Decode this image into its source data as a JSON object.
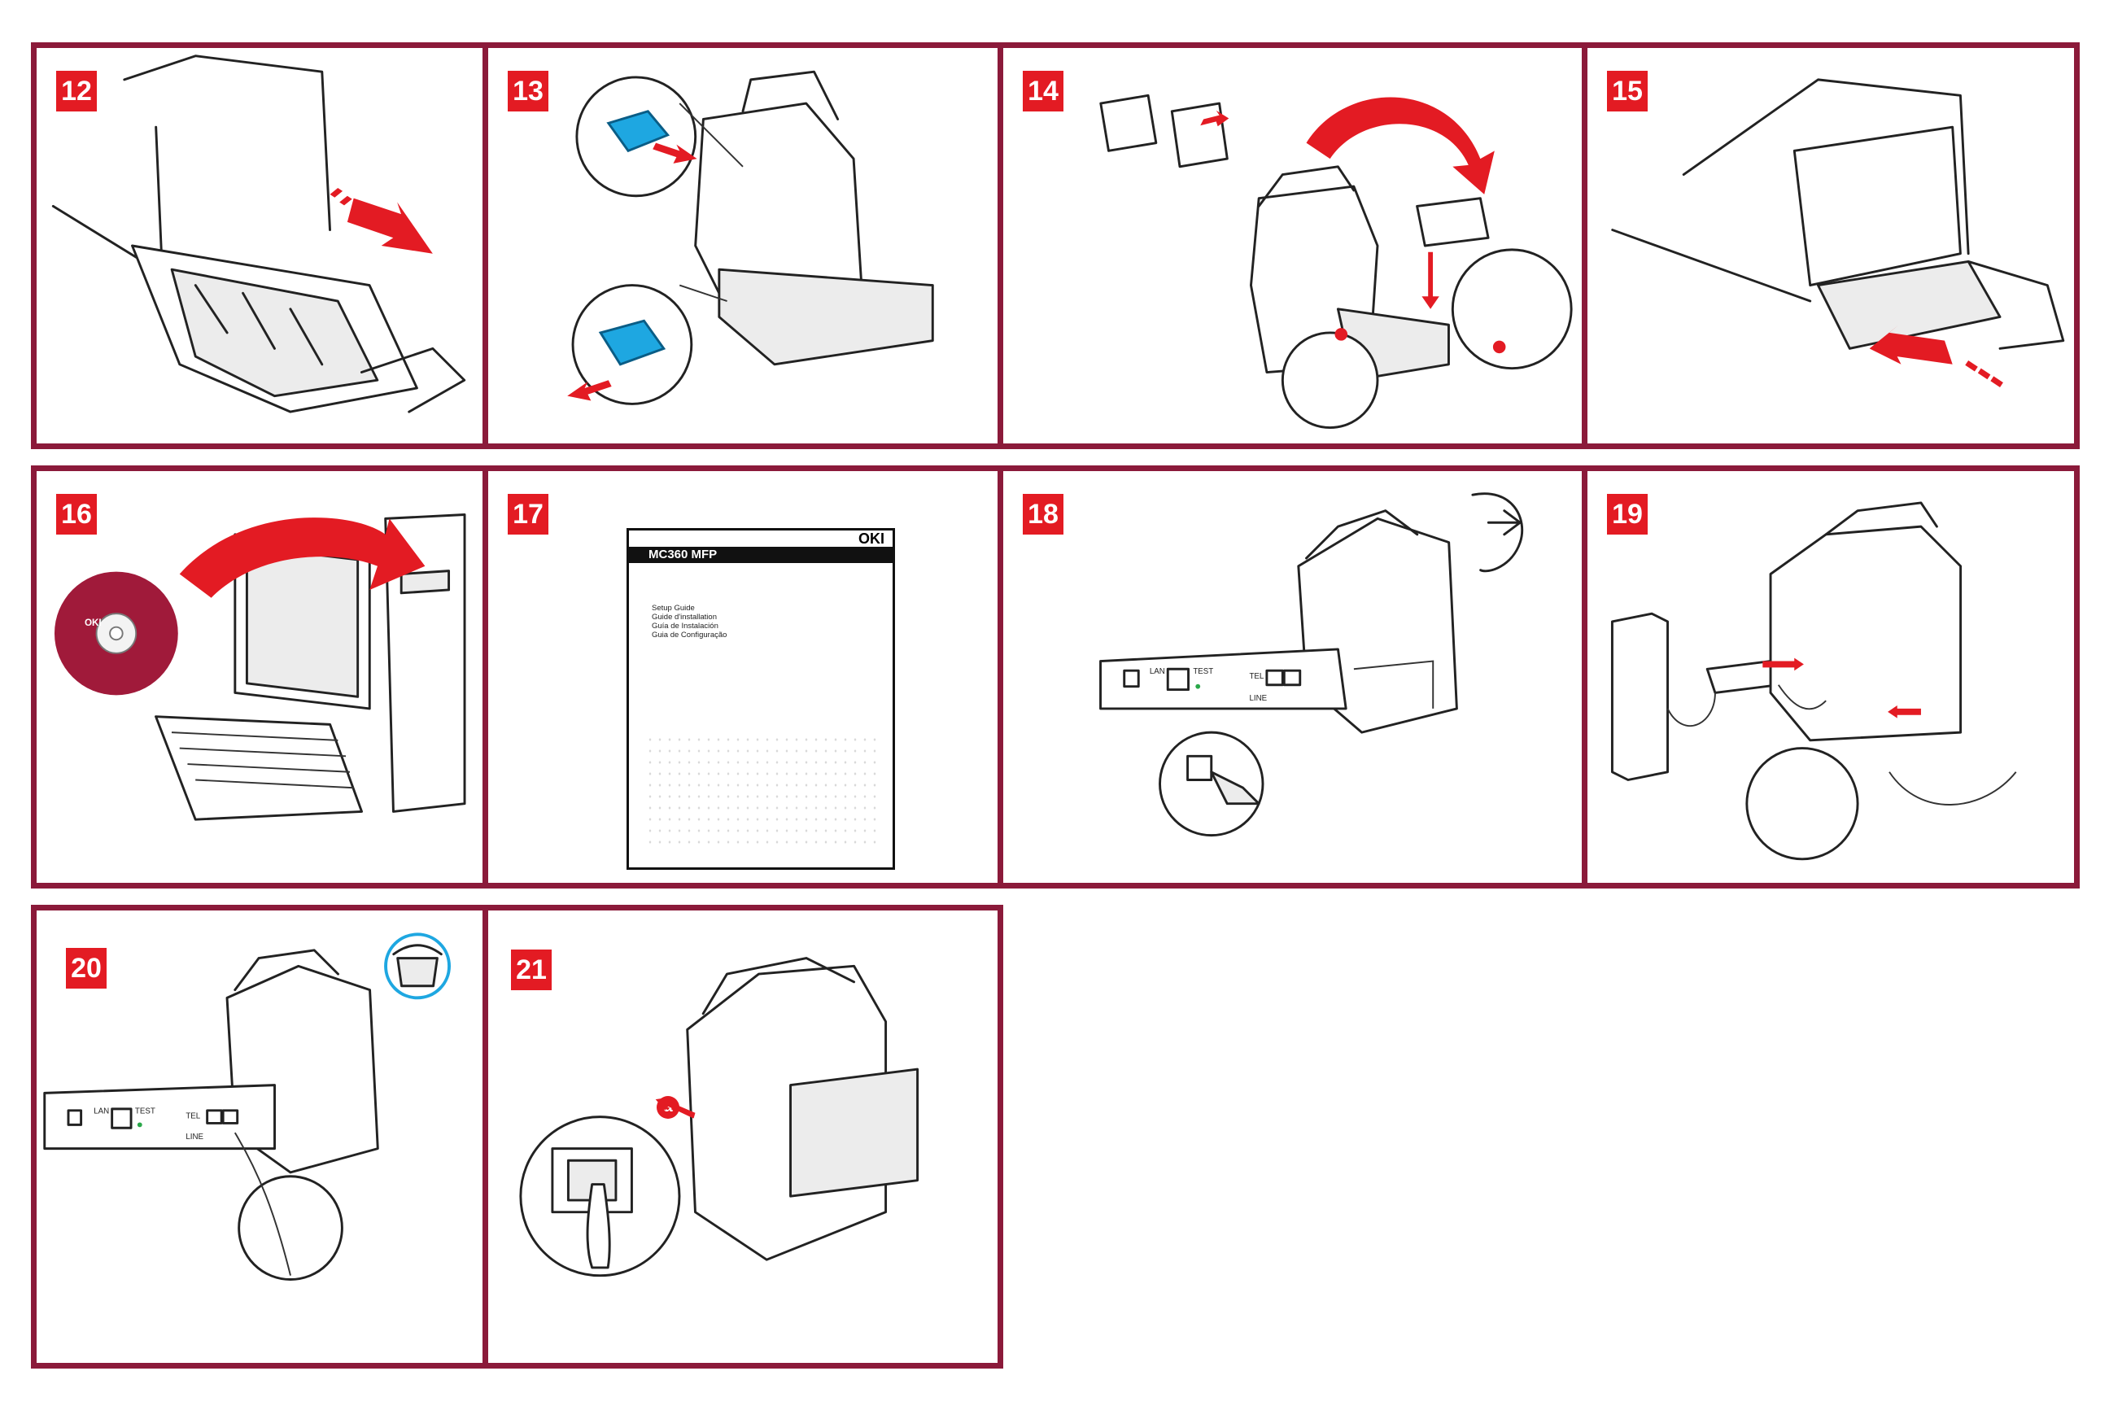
{
  "steps": {
    "s12": {
      "number": "12"
    },
    "s13": {
      "number": "13"
    },
    "s14": {
      "number": "14"
    },
    "s15": {
      "number": "15"
    },
    "s16": {
      "number": "16",
      "cd_brand": "OKI"
    },
    "s17": {
      "number": "17",
      "doc_title": "MC360 MFP",
      "doc_logo": "OKI",
      "doc_lines": [
        "Setup Guide",
        "Guide d'installation",
        "Guía de Instalación",
        "Guia de Configuração"
      ]
    },
    "s18": {
      "number": "18",
      "port_lan": "LAN",
      "port_test": "TEST",
      "port_tel": "TEL",
      "port_line": "LINE"
    },
    "s19": {
      "number": "19"
    },
    "s20": {
      "number": "20",
      "port_lan": "LAN",
      "port_test": "TEST",
      "port_tel": "TEL",
      "port_line": "LINE"
    },
    "s21": {
      "number": "21",
      "callout": "a"
    }
  },
  "colors": {
    "border": "#8b1a3a",
    "badge": "#e31b23",
    "accent_blue": "#1ea7e1"
  }
}
